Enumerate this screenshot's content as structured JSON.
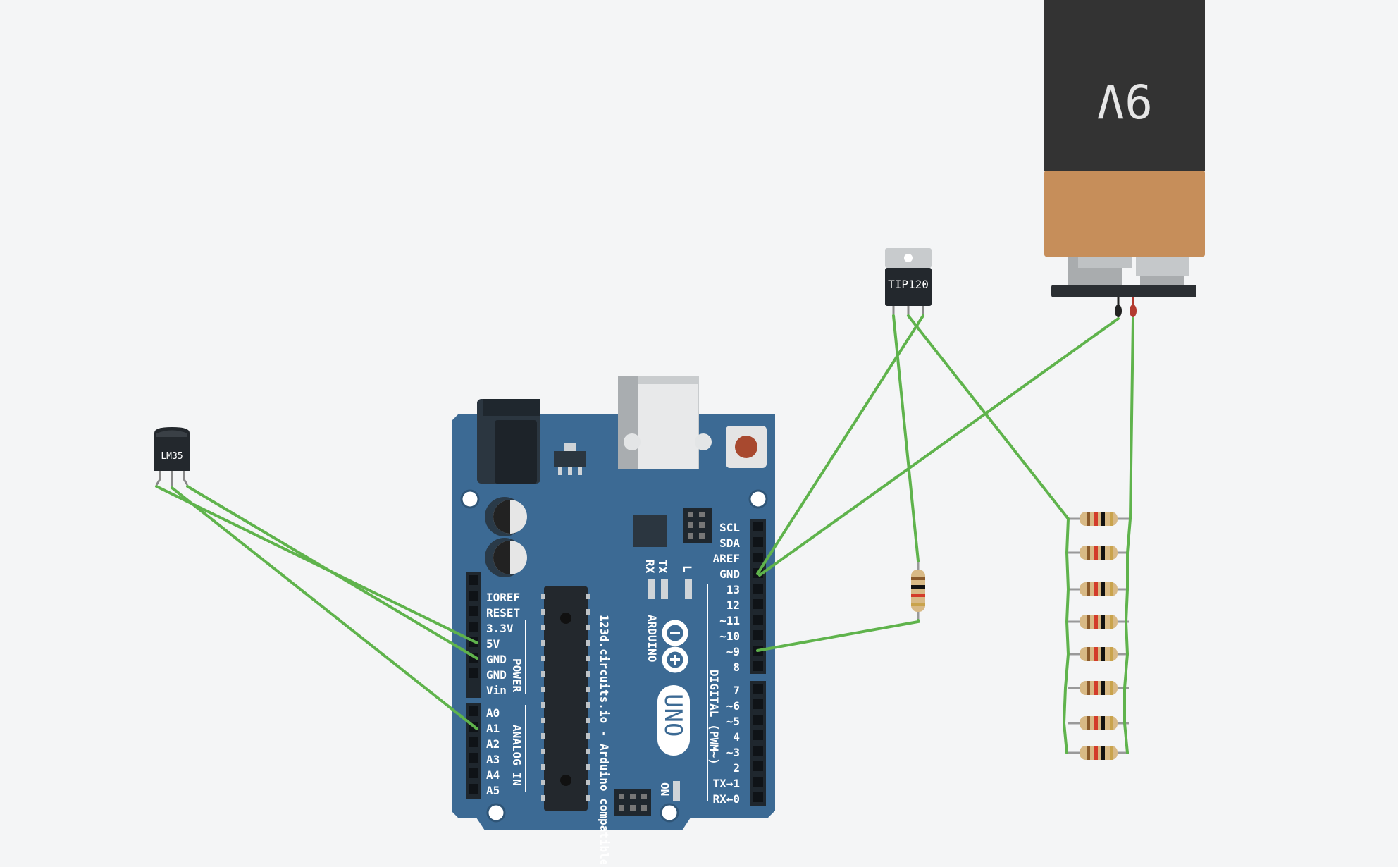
{
  "components": {
    "temp_sensor": {
      "label": "LM35"
    },
    "transistor": {
      "label": "TIP120"
    },
    "battery": {
      "label": "9V"
    },
    "arduino": {
      "brand": "ARDUINO",
      "model": "UNO",
      "tagline": "123d.circuits.io - Arduino compatible",
      "led_tx": "TX",
      "led_rx": "RX",
      "led_l": "L",
      "led_on": "ON",
      "power_group_label": "POWER",
      "analog_group_label": "ANALOG IN",
      "digital_group_label": "DIGITAL (PWM~)",
      "power_pins": [
        "IOREF",
        "RESET",
        "3.3V",
        "5V",
        "GND",
        "GND",
        "Vin"
      ],
      "analog_pins": [
        "A0",
        "A1",
        "A2",
        "A3",
        "A4",
        "A5"
      ],
      "digital_top_pins": [
        "SCL",
        "SDA",
        "AREF",
        "GND",
        "13",
        "12",
        "~11",
        "~10",
        "~9",
        "8"
      ],
      "digital_bottom_pins": [
        "7",
        "~6",
        "~5",
        "4",
        "~3",
        "2",
        "TX→1",
        "RX←0"
      ]
    }
  },
  "resistor_array_count": 8,
  "colors": {
    "background": "#f4f5f6",
    "wire": "#5fb34c",
    "board": "#3c6a94",
    "battery_top": "#333333",
    "battery_bottom": "#c68e5a"
  }
}
